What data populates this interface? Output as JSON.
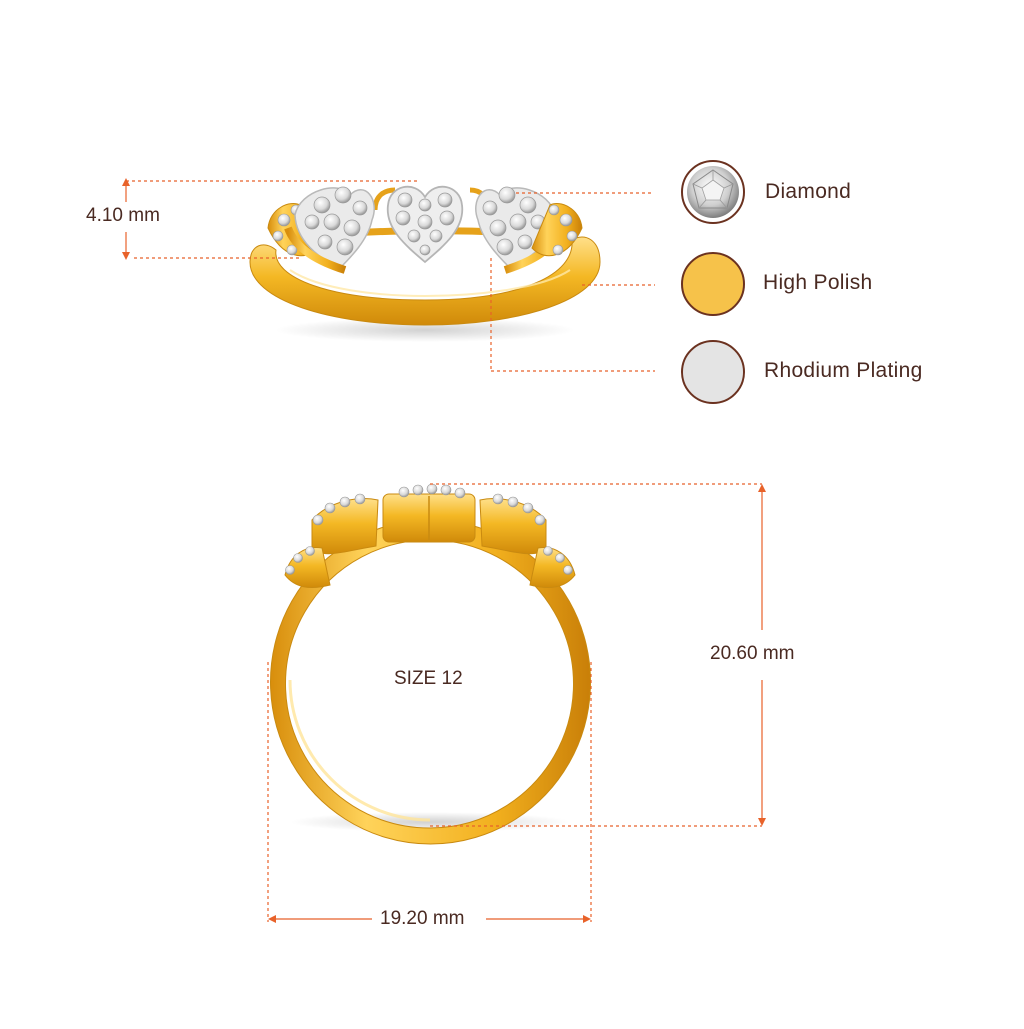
{
  "legend": [
    {
      "label": "Diamond",
      "swatch": "diamond-icon"
    },
    {
      "label": "High Polish",
      "swatch": "high-polish-swatch",
      "color": "#F6C24A"
    },
    {
      "label": "Rhodium Plating",
      "swatch": "rhodium-swatch",
      "color": "#E4E4E4"
    }
  ],
  "dimensions": {
    "height": "4.10 mm",
    "outer_diameter": "20.60 mm",
    "width": "19.20 mm"
  },
  "ring_size": "SIZE 12",
  "colors": {
    "guide": "#E8622A",
    "swatch_border": "#6B3220",
    "text": "#4A2A22",
    "gold": "#F0B51E",
    "gold_dark": "#D08A0A",
    "gold_light": "#FFE08A"
  }
}
